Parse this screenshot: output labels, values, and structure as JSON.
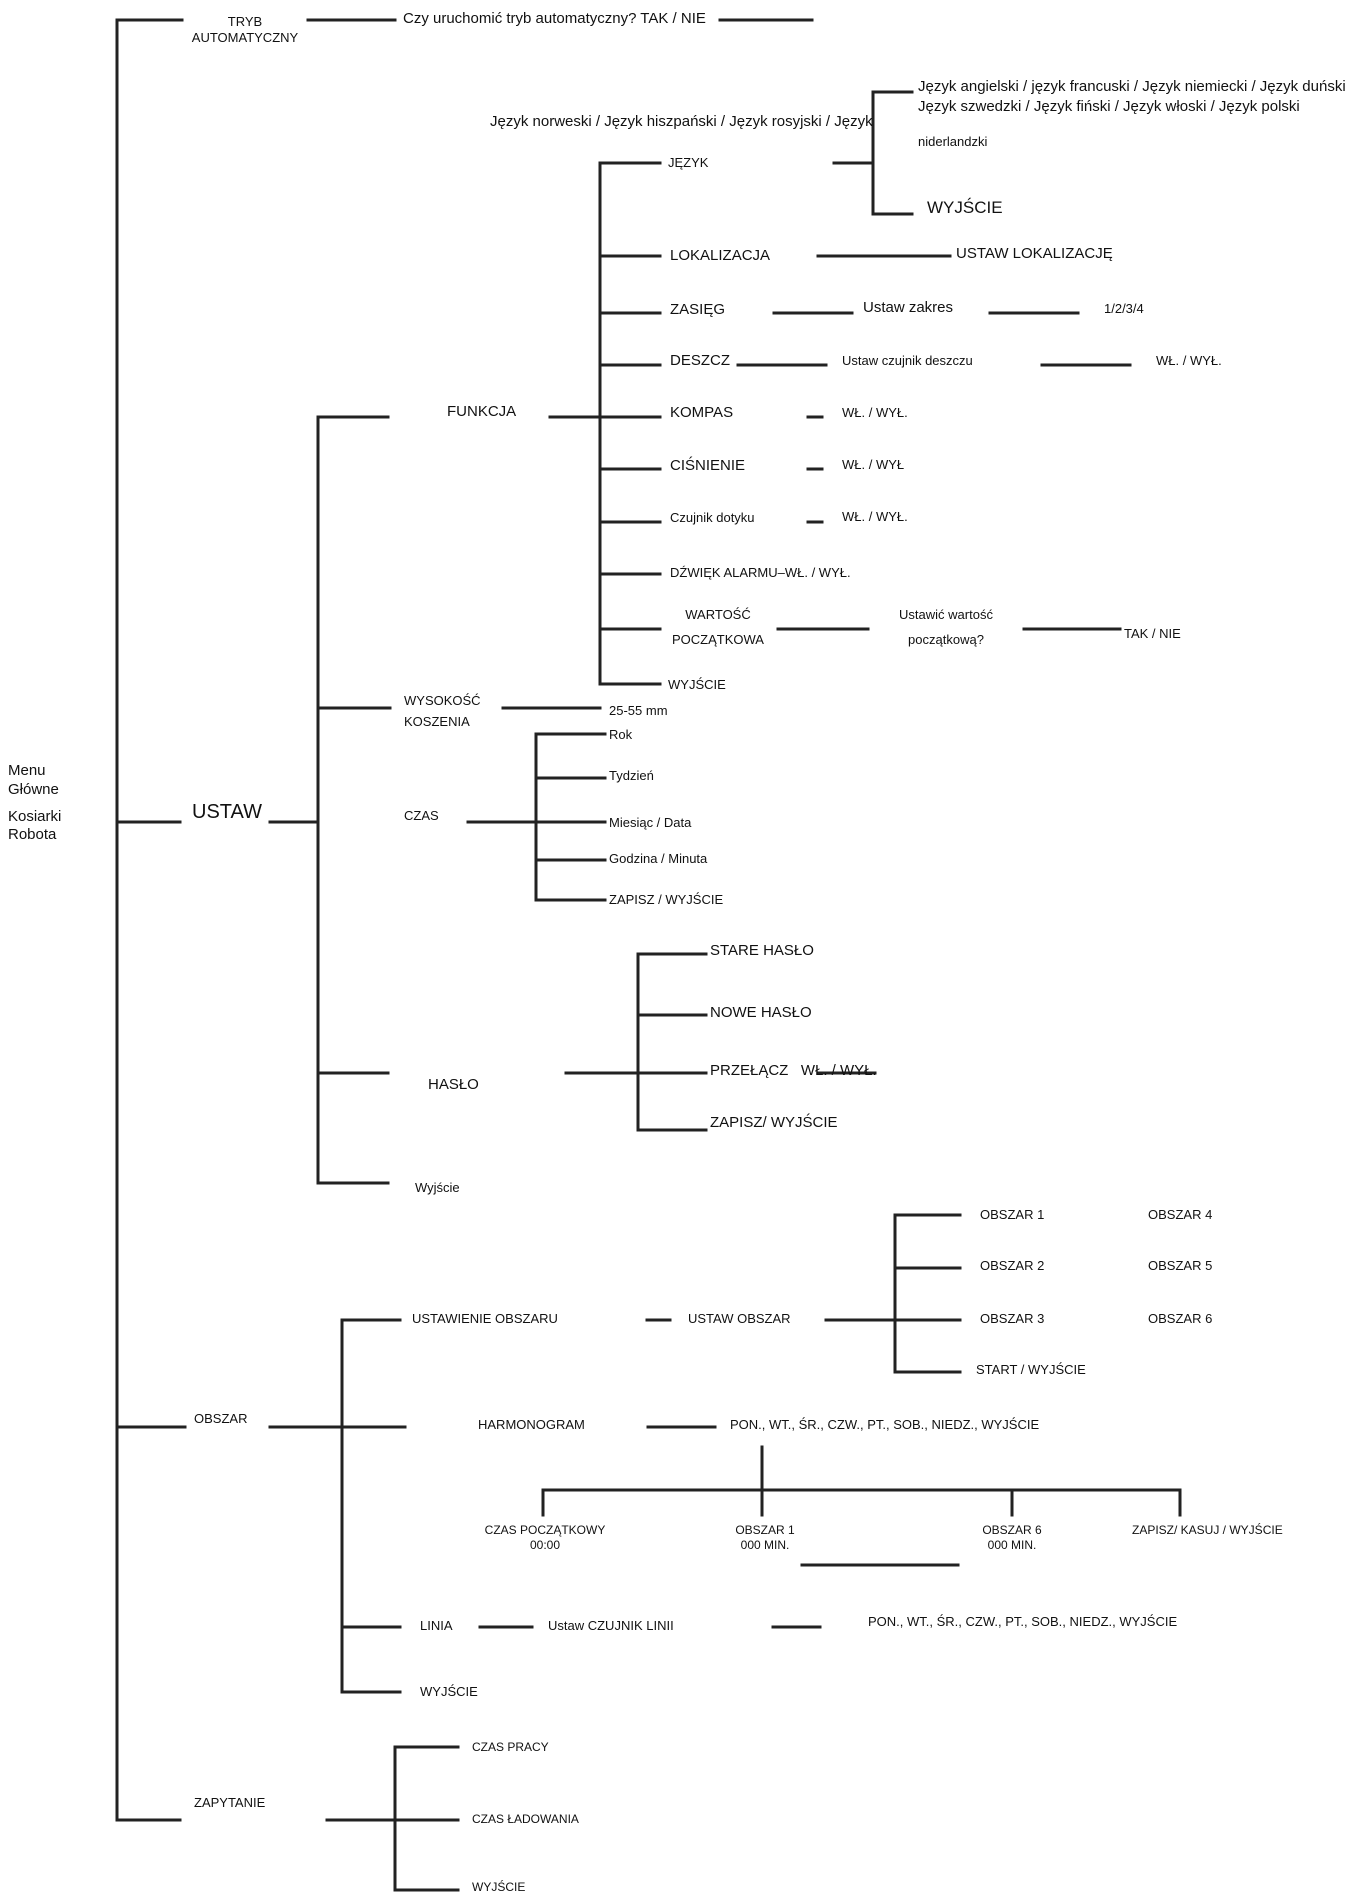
{
  "main_menu": {
    "title_line1": "Menu",
    "title_line2": "Główne",
    "title_line3": "Kosiarki",
    "title_line4": "Robota"
  },
  "tryb": {
    "label_line1": "TRYB",
    "label_line2": "AUTOMATYCZNY",
    "question": "Czy uruchomić tryb automatyczny?  TAK / NIE"
  },
  "ustaw": {
    "label": "USTAW",
    "funkcja": {
      "label": "FUNKCJA",
      "jezyk": {
        "label": "JĘZYK",
        "prefix_text": "Język norweski / Język hiszpański / Język rosyjski / Język",
        "options_line1": "Język angielski / język francuski / Język niemiecki / Język duński",
        "options_line2": "Język szwedzki / Język fiński / Język włoski / Język polski",
        "options_line3": "niderlandzki",
        "exit": "WYJŚCIE"
      },
      "lokalizacja": {
        "label": "LOKALIZACJA",
        "value": "USTAW LOKALIZACJĘ"
      },
      "zasieg": {
        "label": "ZASIĘG",
        "action": "Ustaw zakres",
        "value": "1/2/3/4"
      },
      "deszcz": {
        "label": "DESZCZ",
        "action": "Ustaw czujnik deszczu",
        "value": "WŁ. / WYŁ."
      },
      "kompas": {
        "label": "KOMPAS",
        "value": "WŁ. / WYŁ."
      },
      "cisnienie": {
        "label": "CIŚNIENIE",
        "value": "WŁ. / WYŁ"
      },
      "czujnik_dotyku": {
        "label": "Czujnik dotyku",
        "value": "WŁ. / WYŁ."
      },
      "dzwiek_alarmu": {
        "label": "DŹWIĘK ALARMU–WŁ. / WYŁ."
      },
      "wartosc_poczatkowa": {
        "label_line1": "WARTOŚĆ",
        "label_line2": "POCZĄTKOWA",
        "question_line1": "Ustawić wartość",
        "question_line2": "początkową?",
        "value": "TAK / NIE"
      },
      "exit": "WYJŚCIE"
    },
    "wysokosc": {
      "label_line1": "WYSOKOŚĆ",
      "label_line2": "KOSZENIA",
      "value": "25-55 mm"
    },
    "czas": {
      "label": "CZAS",
      "items": [
        "Rok",
        "Tydzień",
        "Miesiąc / Data",
        "Godzina / Minuta",
        "ZAPISZ / WYJŚCIE"
      ]
    },
    "haslo": {
      "label": "HASŁO",
      "items": [
        "STARE HASŁO",
        "NOWE HASŁO",
        "PRZEŁĄCZ   WŁ. / WYŁ.",
        "ZAPISZ/ WYJŚCIE"
      ]
    },
    "exit": "Wyjście"
  },
  "obszar": {
    "label": "OBSZAR",
    "ustawienie": {
      "label": "USTAWIENIE OBSZARU",
      "action": "USTAW OBSZAR",
      "areas_left": [
        "OBSZAR 1",
        "OBSZAR 2",
        "OBSZAR 3",
        "START / WYJŚCIE"
      ],
      "areas_right": [
        "OBSZAR 4",
        "OBSZAR 5",
        "OBSZAR 6"
      ]
    },
    "harmonogram": {
      "label": "HARMONOGRAM",
      "days": "PON., WT., ŚR., CZW., PT., SOB., NIEDZ., WYJŚCIE",
      "start_time_label": "CZAS POCZĄTKOWY",
      "start_time_value": "00:00",
      "area1_label": "OBSZAR 1",
      "area1_value": "000 MIN.",
      "area6_label": "OBSZAR 6",
      "area6_value": "000 MIN.",
      "save": "ZAPISZ/ KASUJ / WYJŚCIE"
    },
    "linia": {
      "label": "LINIA",
      "action": "Ustaw CZUJNIK LINII",
      "days": "PON., WT., ŚR., CZW., PT., SOB., NIEDZ., WYJŚCIE"
    },
    "exit": "WYJŚCIE"
  },
  "zapytanie": {
    "label": "ZAPYTANIE",
    "items": [
      "CZAS PRACY",
      "CZAS ŁADOWANIA",
      "WYJŚCIE"
    ]
  }
}
